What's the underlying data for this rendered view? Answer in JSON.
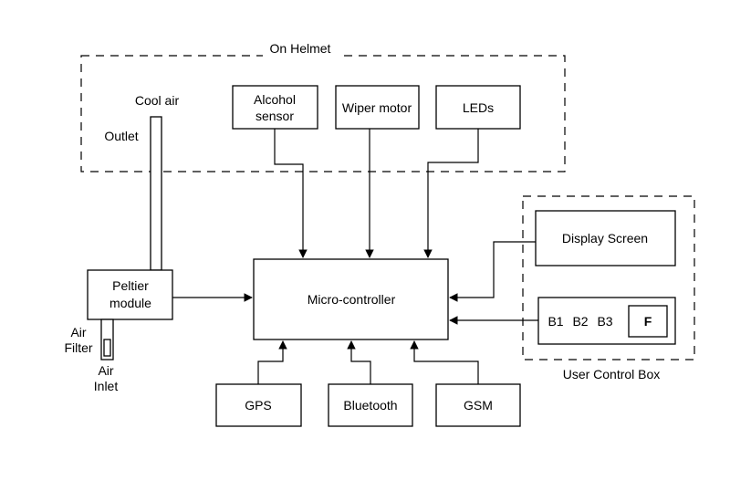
{
  "groups": {
    "helmet": "On Helmet",
    "control_box": "User Control Box"
  },
  "blocks": {
    "alcohol_1": "Alcohol",
    "alcohol_2": "sensor",
    "wiper": "Wiper motor",
    "leds": "LEDs",
    "display": "Display Screen",
    "peltier_1": "Peltier",
    "peltier_2": "module",
    "micro": "Micro-controller",
    "gps": "GPS",
    "bluetooth": "Bluetooth",
    "gsm": "GSM"
  },
  "buttons": {
    "b1": "B1",
    "b2": "B2",
    "b3": "B3",
    "f": "F"
  },
  "labels": {
    "cool_air": "Cool air",
    "outlet": "Outlet",
    "air_filter_1": "Air",
    "air_filter_2": "Filter",
    "air_inlet_1": "Air",
    "air_inlet_2": "Inlet"
  }
}
